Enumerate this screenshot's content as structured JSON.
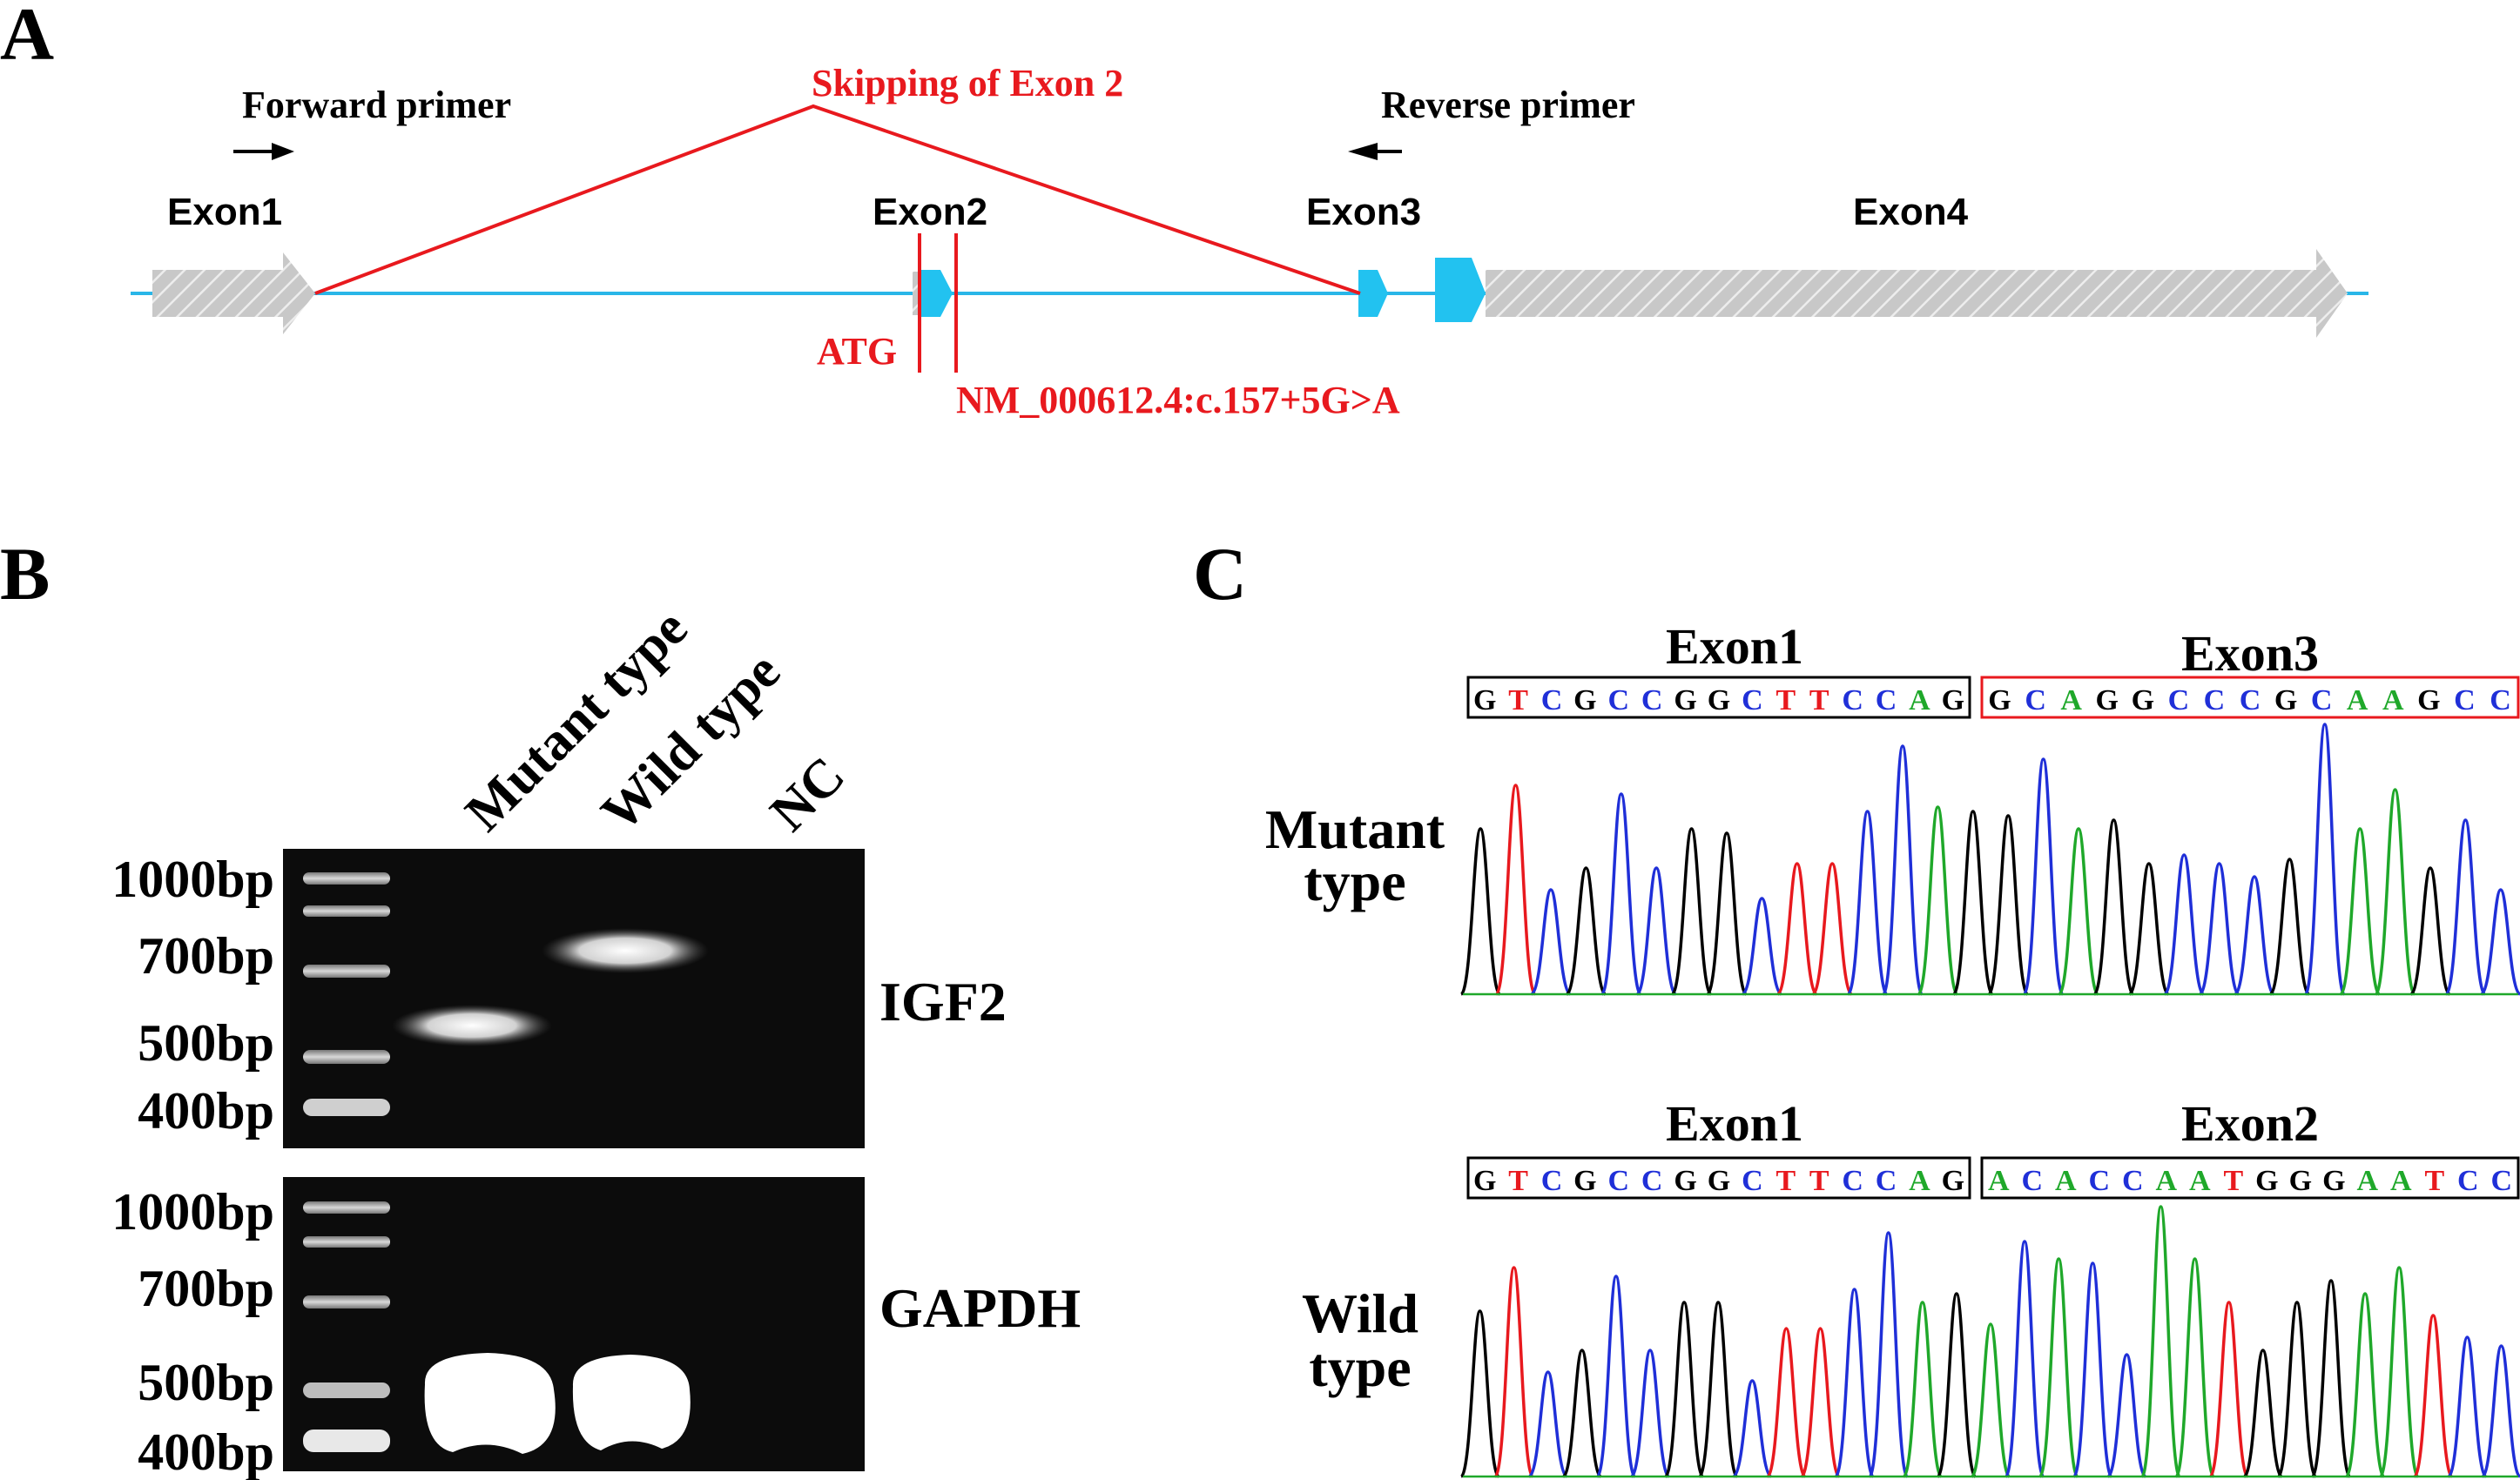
{
  "panel_a": {
    "letter": "A",
    "forward_primer": "Forward primer",
    "reverse_primer": "Reverse primer",
    "skipping_label": "Skipping of Exon 2",
    "exons": [
      "Exon1",
      "Exon2",
      "Exon3",
      "Exon4"
    ],
    "atg_label": "ATG",
    "variant_label": "NM_000612.4:c.157+5G>A",
    "colors": {
      "intron_line": "#29B6E8",
      "coding_exon": "#22C2F0",
      "utr_exon": "#BDBDBD",
      "annotation": "#E8191E"
    }
  },
  "panel_b": {
    "letter": "B",
    "lanes": [
      "Mutant type",
      "Wild type",
      "NC"
    ],
    "gels": [
      {
        "gene": "IGF2",
        "ladder": [
          "1000bp",
          "700bp",
          "500bp",
          "400bp"
        ]
      },
      {
        "gene": "GAPDH",
        "ladder": [
          "1000bp",
          "700bp",
          "500bp",
          "400bp"
        ]
      }
    ]
  },
  "panel_c": {
    "letter": "C",
    "traces": [
      {
        "label_line1": "Mutant",
        "label_line2": "type",
        "left_exon": "Exon1",
        "right_exon": "Exon3",
        "left_seq": "GTCGCCGGCTTCCAG",
        "right_seq": "GCAGGCCCGCAAGCC",
        "right_box_color": "#E8191E"
      },
      {
        "label_line1": "Wild",
        "label_line2": "type",
        "left_exon": "Exon1",
        "right_exon": "Exon2",
        "left_seq": "GTCGCCGGCTTCCAG",
        "right_seq": "ACACCAATGGGAATCC",
        "right_box_color": "#000000"
      }
    ],
    "base_colors": {
      "A": "#1FA82A",
      "C": "#1F2FD8",
      "G": "#000000",
      "T": "#E8191E"
    }
  }
}
